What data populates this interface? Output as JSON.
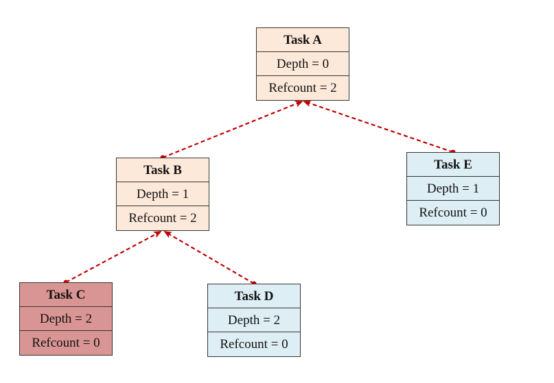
{
  "colors": {
    "peach": "#fde9d9",
    "light_blue": "#ddeef5",
    "red": "#d99594",
    "edge": "#c00000"
  },
  "nodes": {
    "a": {
      "title": "Task A",
      "depth": "Depth = 0",
      "refcount": "Refcount = 2",
      "fill": "#fde9d9"
    },
    "b": {
      "title": "Task B",
      "depth": "Depth = 1",
      "refcount": "Refcount = 2",
      "fill": "#fde9d9"
    },
    "c": {
      "title": "Task C",
      "depth": "Depth = 2",
      "refcount": "Refcount = 0",
      "fill": "#d99594"
    },
    "d": {
      "title": "Task D",
      "depth": "Depth = 2",
      "refcount": "Refcount = 0",
      "fill": "#ddeef5"
    },
    "e": {
      "title": "Task E",
      "depth": "Depth = 1",
      "refcount": "Refcount = 0",
      "fill": "#ddeef5"
    }
  },
  "edges": [
    {
      "from": "b",
      "to": "a"
    },
    {
      "from": "e",
      "to": "a"
    },
    {
      "from": "c",
      "to": "b"
    },
    {
      "from": "d",
      "to": "b"
    }
  ]
}
